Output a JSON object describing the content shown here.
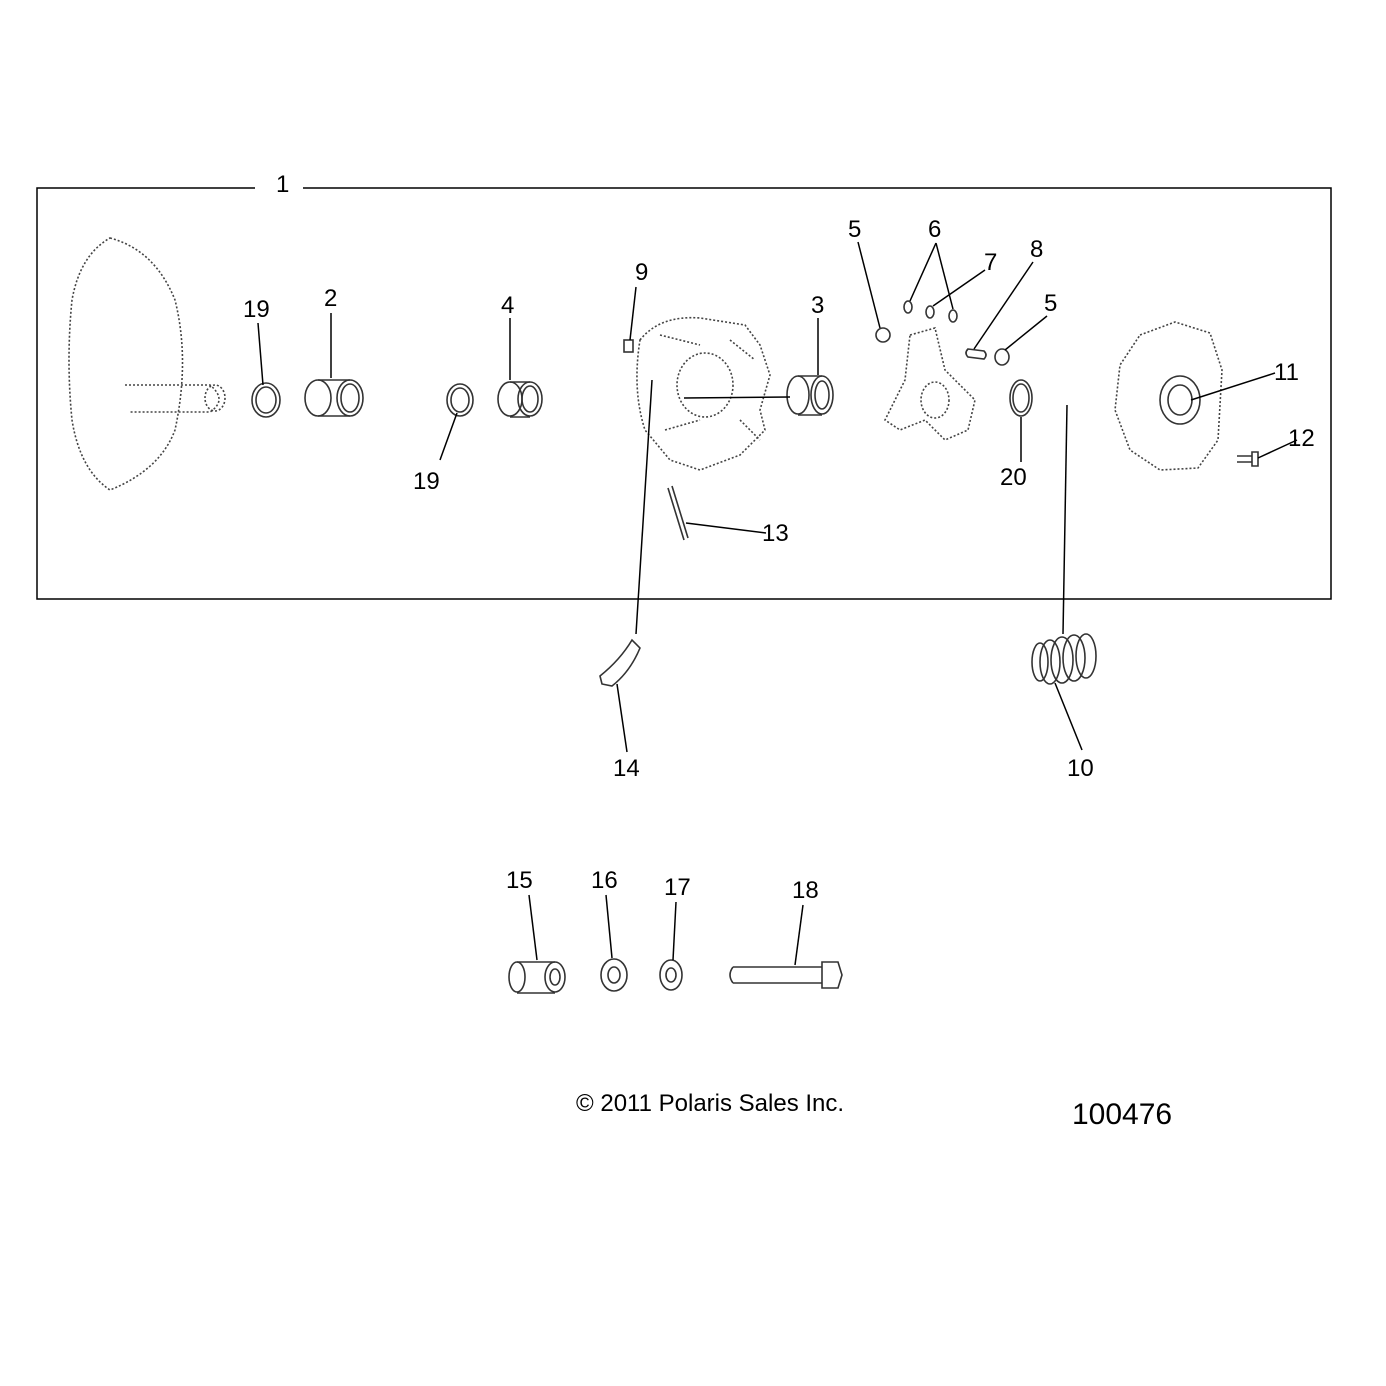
{
  "callouts": {
    "n1": "1",
    "n2": "2",
    "n3": "3",
    "n4": "4",
    "n5a": "5",
    "n5b": "5",
    "n6": "6",
    "n7": "7",
    "n8": "8",
    "n9": "9",
    "n10": "10",
    "n11": "11",
    "n12": "12",
    "n13": "13",
    "n14": "14",
    "n15": "15",
    "n16": "16",
    "n17": "17",
    "n18": "18",
    "n19a": "19",
    "n19b": "19",
    "n20": "20"
  },
  "footer": {
    "copyright": "© 2011 Polaris Sales Inc.",
    "drawing_id": "100476"
  }
}
